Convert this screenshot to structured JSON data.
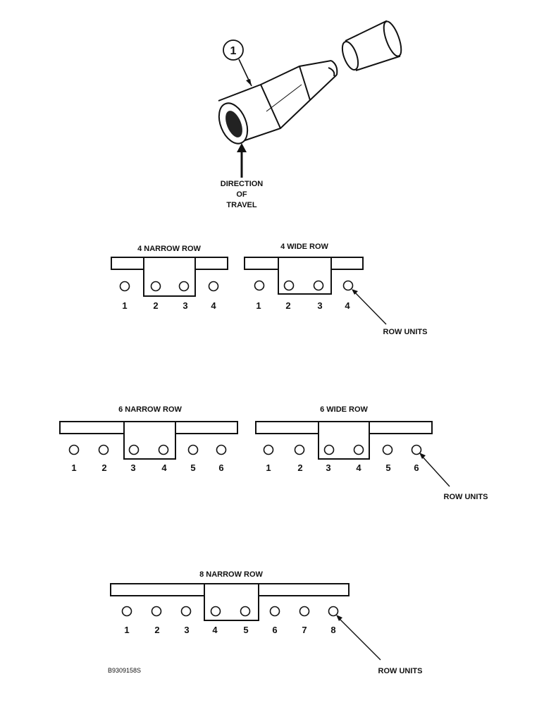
{
  "callout": "1",
  "direction": [
    "DIRECTION",
    "OF",
    "TRAVEL"
  ],
  "row_units_label": "ROW UNITS",
  "configs": {
    "n4": {
      "title": "4 NARROW ROW",
      "numbers": [
        "1",
        "2",
        "3",
        "4"
      ]
    },
    "w4": {
      "title": "4 WIDE ROW",
      "numbers": [
        "1",
        "2",
        "3",
        "4"
      ]
    },
    "n6": {
      "title": "6 NARROW ROW",
      "numbers": [
        "1",
        "2",
        "3",
        "4",
        "5",
        "6"
      ]
    },
    "w6": {
      "title": "6 WIDE ROW",
      "numbers": [
        "1",
        "2",
        "3",
        "4",
        "5",
        "6"
      ]
    },
    "n8": {
      "title": "8 NARROW ROW",
      "numbers": [
        "1",
        "2",
        "3",
        "4",
        "5",
        "6",
        "7",
        "8"
      ]
    }
  },
  "figure_code": "B9309158S"
}
